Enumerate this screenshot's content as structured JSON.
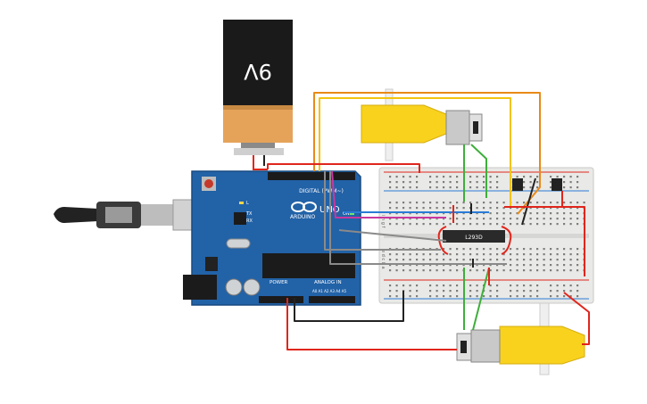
{
  "battery": {
    "label": "9V"
  },
  "arduino": {
    "brand": "ARDUINO",
    "model": "UNO",
    "digital_header": "DIGITAL (PWM~)",
    "power_header": "POWER",
    "analog_header": "ANALOG IN",
    "led_l": "L",
    "led_tx": "TX",
    "led_rx": "RX",
    "led_on": "ON",
    "analog_pins": "A0 A1 A2 A3 A4 A5"
  },
  "breadboard": {
    "row_letters_top": "j i h g f",
    "row_letters_bottom": "e d c b a"
  },
  "chip": {
    "label": "L293D"
  },
  "colors": {
    "wire_red": "#e0261c",
    "wire_orange": "#e98a18",
    "wire_yellow": "#f2c40f",
    "wire_green": "#3fae3b",
    "wire_blue": "#2a7bd6",
    "wire_magenta": "#c9379f",
    "wire_black": "#222222",
    "wire_gray": "#8a8a8a",
    "arduino_blue": "#2262a7",
    "motor_yellow": "#f8d21c",
    "breadboard": "#e9e9e7"
  }
}
